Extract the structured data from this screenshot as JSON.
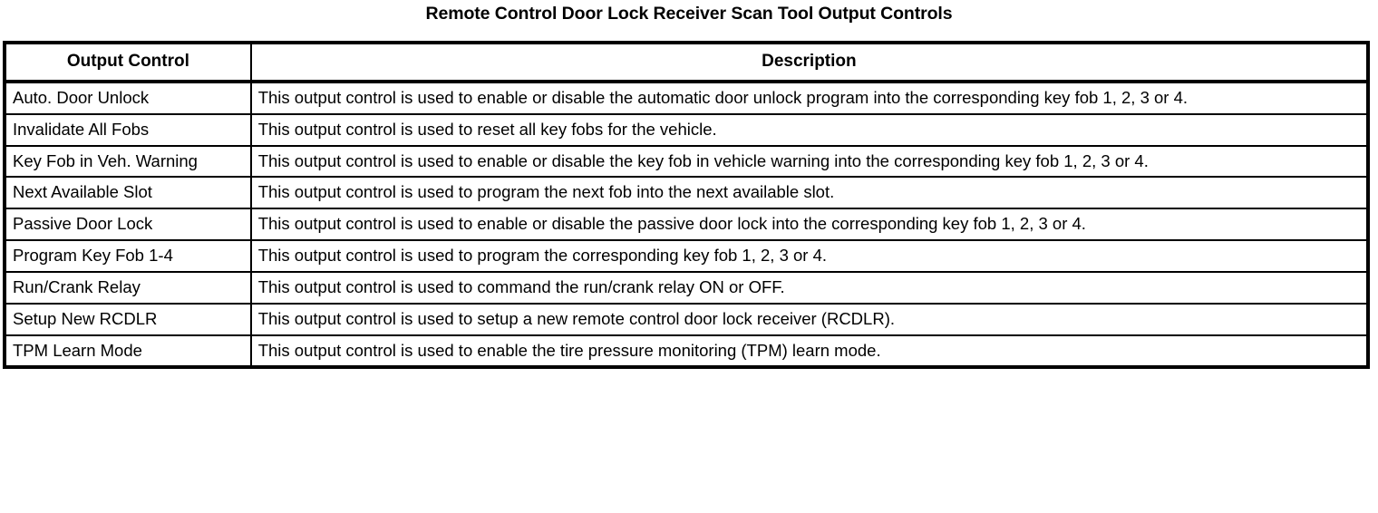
{
  "document": {
    "title": "Remote Control Door Lock Receiver Scan Tool Output Controls"
  },
  "table": {
    "headers": {
      "control": "Output Control",
      "description": "Description"
    },
    "rows": [
      {
        "control": "Auto. Door Unlock",
        "description": "This output control is used to enable or disable the automatic door unlock program into the corresponding key fob 1, 2, 3 or 4."
      },
      {
        "control": "Invalidate All Fobs",
        "description": "This output control is used to reset all key fobs for the vehicle."
      },
      {
        "control": "Key Fob in Veh. Warning",
        "description": "This output control is used to enable or disable the key fob in vehicle warning into the corresponding key fob 1, 2, 3 or 4."
      },
      {
        "control": "Next Available Slot",
        "description": "This output control is used to program the next fob into the next available slot."
      },
      {
        "control": "Passive Door Lock",
        "description": "This output control is used to enable or disable the passive door lock into the corresponding key fob 1, 2, 3 or 4."
      },
      {
        "control": "Program Key Fob 1-4",
        "description": "This output control is used to program the corresponding key fob 1, 2, 3 or 4."
      },
      {
        "control": "Run/Crank Relay",
        "description": "This output control is used to command the run/crank relay ON or OFF."
      },
      {
        "control": "Setup New RCDLR",
        "description": "This output control is used to setup a new remote control door lock receiver (RCDLR)."
      },
      {
        "control": "TPM Learn Mode",
        "description": "This output control is used to enable the tire pressure monitoring (TPM) learn mode."
      }
    ]
  },
  "colors": {
    "text": "#000000",
    "background": "#ffffff",
    "border": "#000000"
  }
}
